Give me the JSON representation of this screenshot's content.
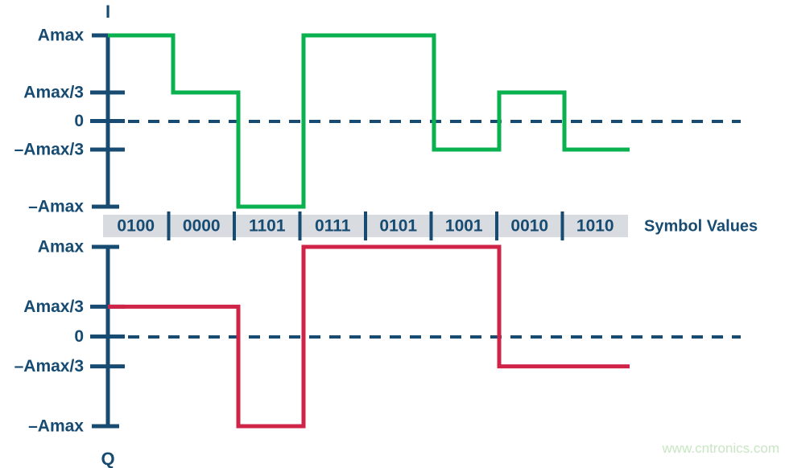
{
  "figure": {
    "watermark": "www.cntronics.com",
    "symbol_band_label": "Symbol Values",
    "colors": {
      "i_wave": "#0ab14f",
      "q_wave": "#cf2348",
      "axis": "#174b72",
      "band_bg": "#d8dce0",
      "watermark": "#c9e6c4",
      "background": "#ffffff"
    }
  },
  "axes": {
    "i": {
      "name": "I",
      "tick_labels": [
        "Amax",
        "Amax/3",
        "0",
        "–Amax/3",
        "–Amax"
      ]
    },
    "q": {
      "name": "Q",
      "tick_labels": [
        "Amax",
        "Amax/3",
        "0",
        "–Amax/3",
        "–Amax"
      ]
    }
  },
  "chart_data": {
    "type": "line",
    "title": "",
    "xlabel": "Symbol Values",
    "ylabel": "",
    "grid": false,
    "legend": "none",
    "categories": [
      "0100",
      "0000",
      "1101",
      "0111",
      "0101",
      "1001",
      "0010",
      "1010"
    ],
    "level_labels": [
      "Amax",
      "Amax/3",
      "0",
      "–Amax/3",
      "–Amax"
    ],
    "level_values": [
      1,
      0.3333,
      0,
      -0.3333,
      -1
    ],
    "ylim": [
      -1,
      1
    ],
    "series": [
      {
        "name": "I",
        "color": "#0ab14f",
        "values": [
          1,
          0.3333,
          -1,
          1,
          1,
          -0.3333,
          0.3333,
          -0.3333
        ],
        "value_labels": [
          "Amax",
          "Amax/3",
          "–Amax",
          "Amax",
          "Amax",
          "–Amax/3",
          "Amax/3",
          "–Amax/3"
        ]
      },
      {
        "name": "Q",
        "color": "#cf2348",
        "values": [
          0.3333,
          0.3333,
          -1,
          1,
          1,
          1,
          -0.3333,
          -0.3333
        ],
        "value_labels": [
          "Amax/3",
          "Amax/3",
          "–Amax",
          "Amax",
          "Amax",
          "Amax",
          "–Amax/3",
          "–Amax/3"
        ]
      }
    ]
  }
}
